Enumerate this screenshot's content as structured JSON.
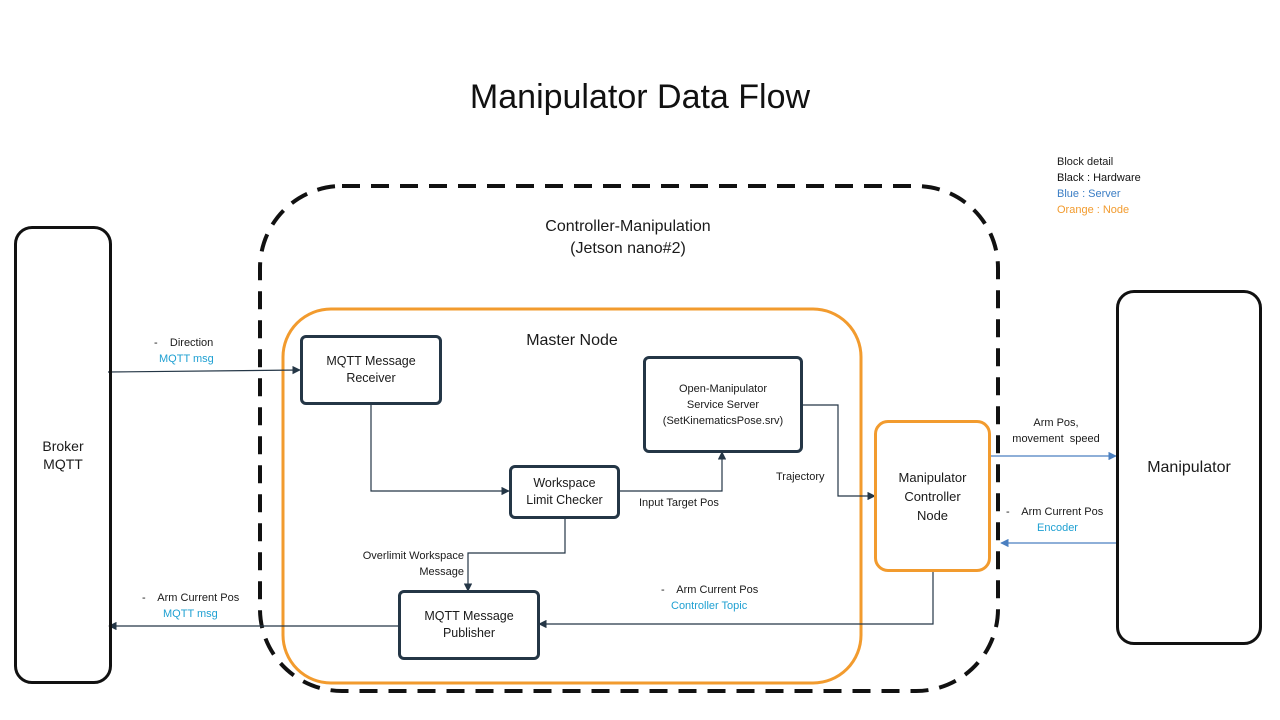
{
  "title": "Manipulator Data Flow",
  "legend": {
    "heading": "Block detail",
    "black": "Black : Hardware",
    "blue": "Blue : Server",
    "orange": "Orange : Node"
  },
  "colors": {
    "hardware": "#111111",
    "server": "#243646",
    "node": "#f29b2e",
    "topic_text": "#1fa0d2",
    "arrow_dark": "#243646",
    "arrow_blue": "#4a7fc0"
  },
  "controller": {
    "line1": "Controller-Manipulation",
    "line2": "(Jetson nano#2)"
  },
  "master_node": "Master Node",
  "blocks": {
    "broker": [
      "Broker",
      "MQTT"
    ],
    "manipulator": "Manipulator",
    "receiver": [
      "MQTT Message",
      "Receiver"
    ],
    "limit_checker": [
      "Workspace",
      "Limit Checker"
    ],
    "service_server": [
      "Open-Manipulator",
      "Service Server",
      "(SetKinematicsPose.srv)"
    ],
    "publisher": [
      "MQTT Message",
      "Publisher"
    ],
    "controller_node": [
      "Manipulator",
      "Controller",
      "Node"
    ]
  },
  "labels": {
    "direction": "-    Direction",
    "direction_topic": "MQTT msg",
    "arm_pos_out": "-    Arm Current Pos",
    "arm_pos_out_topic": "MQTT msg",
    "input_target": "Input Target Pos",
    "trajectory": "Trajectory",
    "overlimit_1": "Overlimit Workspace",
    "overlimit_2": "Message",
    "ctrl_arm_pos": "-    Arm Current Pos",
    "ctrl_arm_pos_topic": "Controller Topic",
    "arm_cmd_1": "Arm Pos,",
    "arm_cmd_2": "movement  speed",
    "encoder_pos": "-    Arm Current Pos",
    "encoder_topic": "Encoder"
  }
}
